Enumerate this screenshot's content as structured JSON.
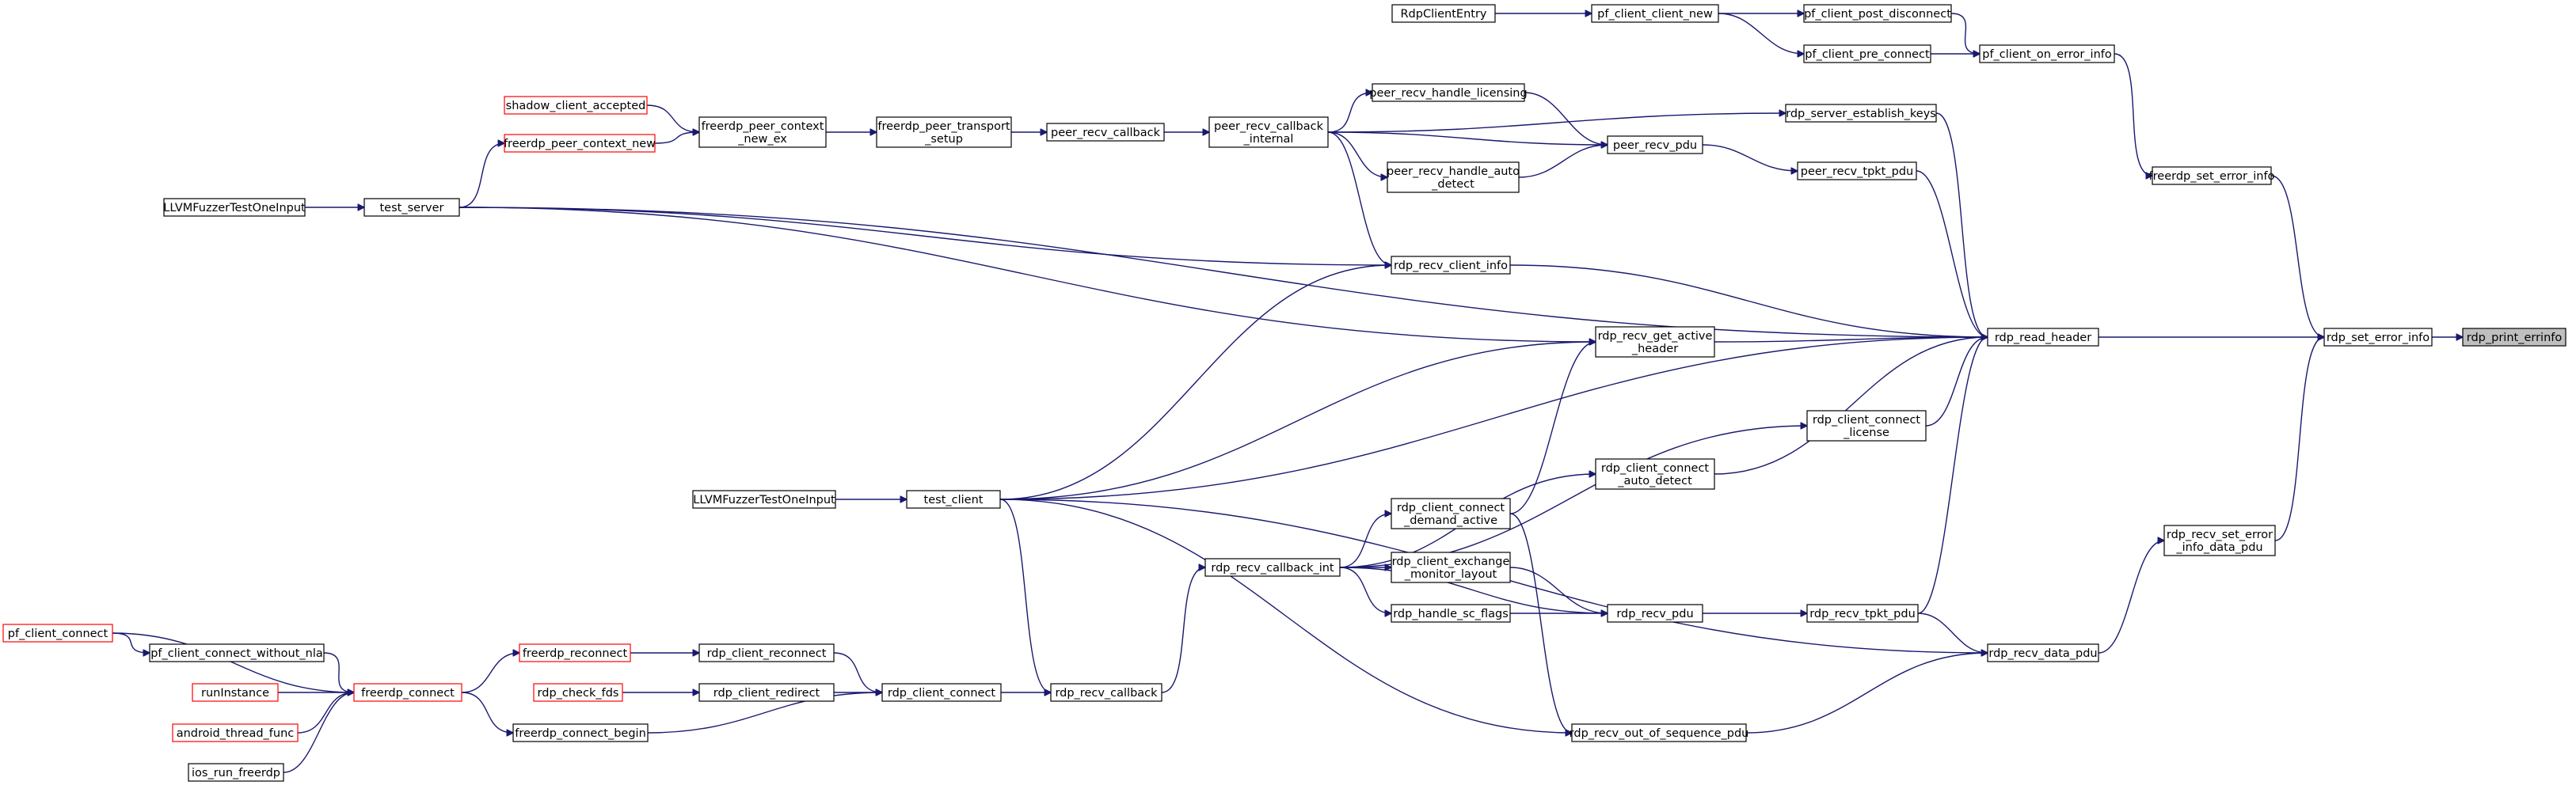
{
  "graph": {
    "nodes": [
      {
        "id": "rdp_print_errinfo",
        "lines": [
          "rdp_print_errinfo"
        ],
        "style": "current"
      },
      {
        "id": "rdp_set_error_info",
        "lines": [
          "rdp_set_error_info"
        ],
        "style": "normal"
      },
      {
        "id": "freerdp_set_error_info",
        "lines": [
          "freerdp_set_error_info"
        ],
        "style": "normal"
      },
      {
        "id": "pf_client_on_error_info",
        "lines": [
          "pf_client_on_error_info"
        ],
        "style": "normal"
      },
      {
        "id": "pf_client_post_disconnect",
        "lines": [
          "pf_client_post_disconnect"
        ],
        "style": "normal"
      },
      {
        "id": "pf_client_pre_connect",
        "lines": [
          "pf_client_pre_connect"
        ],
        "style": "normal"
      },
      {
        "id": "pf_client_client_new",
        "lines": [
          "pf_client_client_new"
        ],
        "style": "normal"
      },
      {
        "id": "RdpClientEntry",
        "lines": [
          "RdpClientEntry"
        ],
        "style": "normal"
      },
      {
        "id": "rdp_read_header",
        "lines": [
          "rdp_read_header"
        ],
        "style": "normal"
      },
      {
        "id": "rdp_server_establish_keys",
        "lines": [
          "rdp_server_establish_keys"
        ],
        "style": "normal"
      },
      {
        "id": "peer_recv_tpkt_pdu",
        "lines": [
          "peer_recv_tpkt_pdu"
        ],
        "style": "normal"
      },
      {
        "id": "peer_recv_pdu",
        "lines": [
          "peer_recv_pdu"
        ],
        "style": "normal"
      },
      {
        "id": "peer_recv_handle_licensing",
        "lines": [
          "peer_recv_handle_licensing"
        ],
        "style": "normal"
      },
      {
        "id": "peer_recv_handle_auto_detect",
        "lines": [
          "peer_recv_handle_auto",
          "_detect"
        ],
        "style": "normal"
      },
      {
        "id": "peer_recv_callback_internal",
        "lines": [
          "peer_recv_callback",
          "_internal"
        ],
        "style": "normal"
      },
      {
        "id": "peer_recv_callback",
        "lines": [
          "peer_recv_callback"
        ],
        "style": "normal"
      },
      {
        "id": "freerdp_peer_transport_setup",
        "lines": [
          "freerdp_peer_transport",
          "_setup"
        ],
        "style": "normal"
      },
      {
        "id": "freerdp_peer_context_new_ex",
        "lines": [
          "freerdp_peer_context",
          "_new_ex"
        ],
        "style": "normal"
      },
      {
        "id": "shadow_client_accepted",
        "lines": [
          "shadow_client_accepted"
        ],
        "style": "red"
      },
      {
        "id": "freerdp_peer_context_new",
        "lines": [
          "freerdp_peer_context_new"
        ],
        "style": "red"
      },
      {
        "id": "test_server",
        "lines": [
          "test_server"
        ],
        "style": "normal"
      },
      {
        "id": "LLVMFuzzerTestOneInput_1",
        "lines": [
          "LLVMFuzzerTestOneInput"
        ],
        "style": "normal"
      },
      {
        "id": "rdp_recv_client_info",
        "lines": [
          "rdp_recv_client_info"
        ],
        "style": "normal"
      },
      {
        "id": "rdp_recv_get_active_header",
        "lines": [
          "rdp_recv_get_active",
          "_header"
        ],
        "style": "normal"
      },
      {
        "id": "rdp_client_connect_license",
        "lines": [
          "rdp_client_connect",
          "_license"
        ],
        "style": "normal"
      },
      {
        "id": "rdp_client_connect_auto_detect",
        "lines": [
          "rdp_client_connect",
          "_auto_detect"
        ],
        "style": "normal"
      },
      {
        "id": "rdp_client_connect_demand_active",
        "lines": [
          "rdp_client_connect",
          "_demand_active"
        ],
        "style": "normal"
      },
      {
        "id": "rdp_client_exchange_monitor_layout",
        "lines": [
          "rdp_client_exchange",
          "_monitor_layout"
        ],
        "style": "normal"
      },
      {
        "id": "rdp_handle_sc_flags",
        "lines": [
          "rdp_handle_sc_flags"
        ],
        "style": "normal"
      },
      {
        "id": "rdp_recv_pdu",
        "lines": [
          "rdp_recv_pdu"
        ],
        "style": "normal"
      },
      {
        "id": "rdp_recv_tpkt_pdu",
        "lines": [
          "rdp_recv_tpkt_pdu"
        ],
        "style": "normal"
      },
      {
        "id": "rdp_recv_data_pdu",
        "lines": [
          "rdp_recv_data_pdu"
        ],
        "style": "normal"
      },
      {
        "id": "rdp_recv_set_error_info_data_pdu",
        "lines": [
          "rdp_recv_set_error",
          "_info_data_pdu"
        ],
        "style": "normal"
      },
      {
        "id": "rdp_recv_out_of_sequence_pdu",
        "lines": [
          "rdp_recv_out_of_sequence_pdu"
        ],
        "style": "normal"
      },
      {
        "id": "rdp_recv_callback_int",
        "lines": [
          "rdp_recv_callback_int"
        ],
        "style": "normal"
      },
      {
        "id": "rdp_recv_callback",
        "lines": [
          "rdp_recv_callback"
        ],
        "style": "normal"
      },
      {
        "id": "test_client",
        "lines": [
          "test_client"
        ],
        "style": "normal"
      },
      {
        "id": "LLVMFuzzerTestOneInput_2",
        "lines": [
          "LLVMFuzzerTestOneInput"
        ],
        "style": "normal"
      },
      {
        "id": "rdp_client_connect",
        "lines": [
          "rdp_client_connect"
        ],
        "style": "normal"
      },
      {
        "id": "rdp_client_reconnect",
        "lines": [
          "rdp_client_reconnect"
        ],
        "style": "normal"
      },
      {
        "id": "rdp_client_redirect",
        "lines": [
          "rdp_client_redirect"
        ],
        "style": "normal"
      },
      {
        "id": "freerdp_reconnect",
        "lines": [
          "freerdp_reconnect"
        ],
        "style": "red"
      },
      {
        "id": "rdp_check_fds",
        "lines": [
          "rdp_check_fds"
        ],
        "style": "red"
      },
      {
        "id": "freerdp_connect_begin",
        "lines": [
          "freerdp_connect_begin"
        ],
        "style": "normal"
      },
      {
        "id": "freerdp_connect",
        "lines": [
          "freerdp_connect"
        ],
        "style": "red"
      },
      {
        "id": "pf_client_connect_without_nla",
        "lines": [
          "pf_client_connect_without_nla"
        ],
        "style": "normal"
      },
      {
        "id": "pf_client_connect",
        "lines": [
          "pf_client_connect"
        ],
        "style": "red"
      },
      {
        "id": "runInstance",
        "lines": [
          "runInstance"
        ],
        "style": "red"
      },
      {
        "id": "android_thread_func",
        "lines": [
          "android_thread_func"
        ],
        "style": "red"
      },
      {
        "id": "ios_run_freerdp",
        "lines": [
          "ios_run_freerdp"
        ],
        "style": "normal"
      }
    ],
    "edges": [
      [
        "rdp_set_error_info",
        "rdp_print_errinfo"
      ],
      [
        "freerdp_set_error_info",
        "rdp_set_error_info"
      ],
      [
        "rdp_read_header",
        "rdp_set_error_info"
      ],
      [
        "rdp_recv_set_error_info_data_pdu",
        "rdp_set_error_info"
      ],
      [
        "pf_client_on_error_info",
        "freerdp_set_error_info"
      ],
      [
        "pf_client_post_disconnect",
        "pf_client_on_error_info"
      ],
      [
        "pf_client_pre_connect",
        "pf_client_on_error_info"
      ],
      [
        "pf_client_client_new",
        "pf_client_post_disconnect"
      ],
      [
        "pf_client_client_new",
        "pf_client_pre_connect"
      ],
      [
        "RdpClientEntry",
        "pf_client_client_new"
      ],
      [
        "rdp_server_establish_keys",
        "rdp_read_header"
      ],
      [
        "peer_recv_tpkt_pdu",
        "rdp_read_header"
      ],
      [
        "rdp_recv_client_info",
        "rdp_read_header"
      ],
      [
        "rdp_recv_get_active_header",
        "rdp_read_header"
      ],
      [
        "rdp_client_connect_license",
        "rdp_read_header"
      ],
      [
        "rdp_client_connect_auto_detect",
        "rdp_read_header"
      ],
      [
        "rdp_recv_tpkt_pdu",
        "rdp_read_header"
      ],
      [
        "test_server",
        "rdp_read_header"
      ],
      [
        "test_client",
        "rdp_read_header"
      ],
      [
        "peer_recv_callback_internal",
        "rdp_server_establish_keys"
      ],
      [
        "peer_recv_pdu",
        "peer_recv_tpkt_pdu"
      ],
      [
        "peer_recv_handle_licensing",
        "peer_recv_pdu"
      ],
      [
        "peer_recv_handle_auto_detect",
        "peer_recv_pdu"
      ],
      [
        "peer_recv_callback_internal",
        "peer_recv_pdu"
      ],
      [
        "peer_recv_callback_internal",
        "peer_recv_handle_licensing"
      ],
      [
        "peer_recv_callback_internal",
        "peer_recv_handle_auto_detect"
      ],
      [
        "peer_recv_callback_internal",
        "rdp_recv_client_info"
      ],
      [
        "peer_recv_callback",
        "peer_recv_callback_internal"
      ],
      [
        "freerdp_peer_transport_setup",
        "peer_recv_callback"
      ],
      [
        "freerdp_peer_context_new_ex",
        "freerdp_peer_transport_setup"
      ],
      [
        "shadow_client_accepted",
        "freerdp_peer_context_new_ex"
      ],
      [
        "freerdp_peer_context_new",
        "freerdp_peer_context_new_ex"
      ],
      [
        "test_server",
        "freerdp_peer_context_new"
      ],
      [
        "LLVMFuzzerTestOneInput_1",
        "test_server"
      ],
      [
        "test_server",
        "rdp_recv_client_info"
      ],
      [
        "test_server",
        "rdp_recv_get_active_header"
      ],
      [
        "test_client",
        "rdp_recv_client_info"
      ],
      [
        "test_client",
        "rdp_recv_get_active_header"
      ],
      [
        "rdp_client_connect_demand_active",
        "rdp_recv_get_active_header"
      ],
      [
        "rdp_recv_callback_int",
        "rdp_client_connect_license"
      ],
      [
        "rdp_recv_callback_int",
        "rdp_client_connect_auto_detect"
      ],
      [
        "rdp_recv_callback_int",
        "rdp_client_connect_demand_active"
      ],
      [
        "rdp_recv_callback_int",
        "rdp_client_exchange_monitor_layout"
      ],
      [
        "rdp_recv_callback_int",
        "rdp_handle_sc_flags"
      ],
      [
        "rdp_recv_callback_int",
        "rdp_recv_pdu"
      ],
      [
        "rdp_client_exchange_monitor_layout",
        "rdp_recv_pdu"
      ],
      [
        "rdp_handle_sc_flags",
        "rdp_recv_pdu"
      ],
      [
        "rdp_recv_pdu",
        "rdp_recv_tpkt_pdu"
      ],
      [
        "rdp_recv_tpkt_pdu",
        "rdp_recv_data_pdu"
      ],
      [
        "rdp_recv_data_pdu",
        "rdp_recv_set_error_info_data_pdu"
      ],
      [
        "rdp_recv_out_of_sequence_pdu",
        "rdp_recv_data_pdu"
      ],
      [
        "test_client",
        "rdp_recv_data_pdu"
      ],
      [
        "rdp_client_connect_demand_active",
        "rdp_recv_out_of_sequence_pdu"
      ],
      [
        "test_client",
        "rdp_recv_out_of_sequence_pdu"
      ],
      [
        "rdp_recv_callback",
        "rdp_recv_callback_int"
      ],
      [
        "test_client",
        "rdp_recv_callback"
      ],
      [
        "rdp_client_connect",
        "rdp_recv_callback"
      ],
      [
        "LLVMFuzzerTestOneInput_2",
        "test_client"
      ],
      [
        "rdp_client_reconnect",
        "rdp_client_connect"
      ],
      [
        "rdp_client_redirect",
        "rdp_client_connect"
      ],
      [
        "freerdp_connect_begin",
        "rdp_client_connect"
      ],
      [
        "freerdp_reconnect",
        "rdp_client_reconnect"
      ],
      [
        "rdp_check_fds",
        "rdp_client_redirect"
      ],
      [
        "freerdp_connect",
        "freerdp_reconnect"
      ],
      [
        "freerdp_connect",
        "freerdp_connect_begin"
      ],
      [
        "pf_client_connect_without_nla",
        "freerdp_connect"
      ],
      [
        "pf_client_connect",
        "freerdp_connect"
      ],
      [
        "pf_client_connect",
        "pf_client_connect_without_nla"
      ],
      [
        "runInstance",
        "freerdp_connect"
      ],
      [
        "android_thread_func",
        "freerdp_connect"
      ],
      [
        "ios_run_freerdp",
        "freerdp_connect"
      ]
    ]
  }
}
